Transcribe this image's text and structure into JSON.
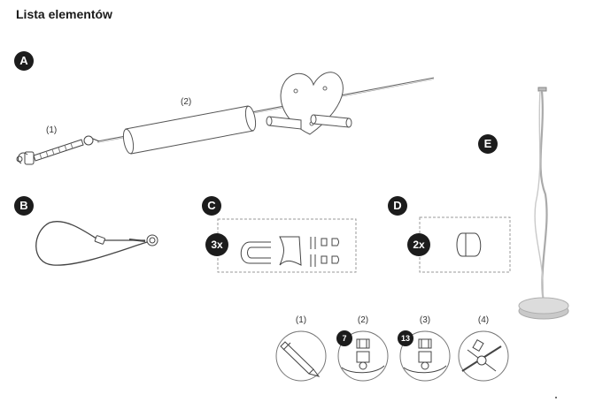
{
  "page": {
    "title": "Lista elementów"
  },
  "sections": {
    "a": {
      "badge": "A",
      "part_label_1": "(1)",
      "part_label_2": "(2)"
    },
    "b": {
      "badge": "B"
    },
    "c": {
      "badge": "C",
      "quantity": "3x"
    },
    "d": {
      "badge": "D",
      "quantity": "2x"
    },
    "e": {
      "badge": "E"
    }
  },
  "tools": {
    "steps": [
      {
        "label": "(1)",
        "icon": "pencil-icon"
      },
      {
        "label": "(2)",
        "badge": "7",
        "icon": "bolt-nut-icon"
      },
      {
        "label": "(3)",
        "badge": "13",
        "icon": "bolt-nut-icon"
      },
      {
        "label": "(4)",
        "icon": "clamp-icon"
      }
    ]
  }
}
